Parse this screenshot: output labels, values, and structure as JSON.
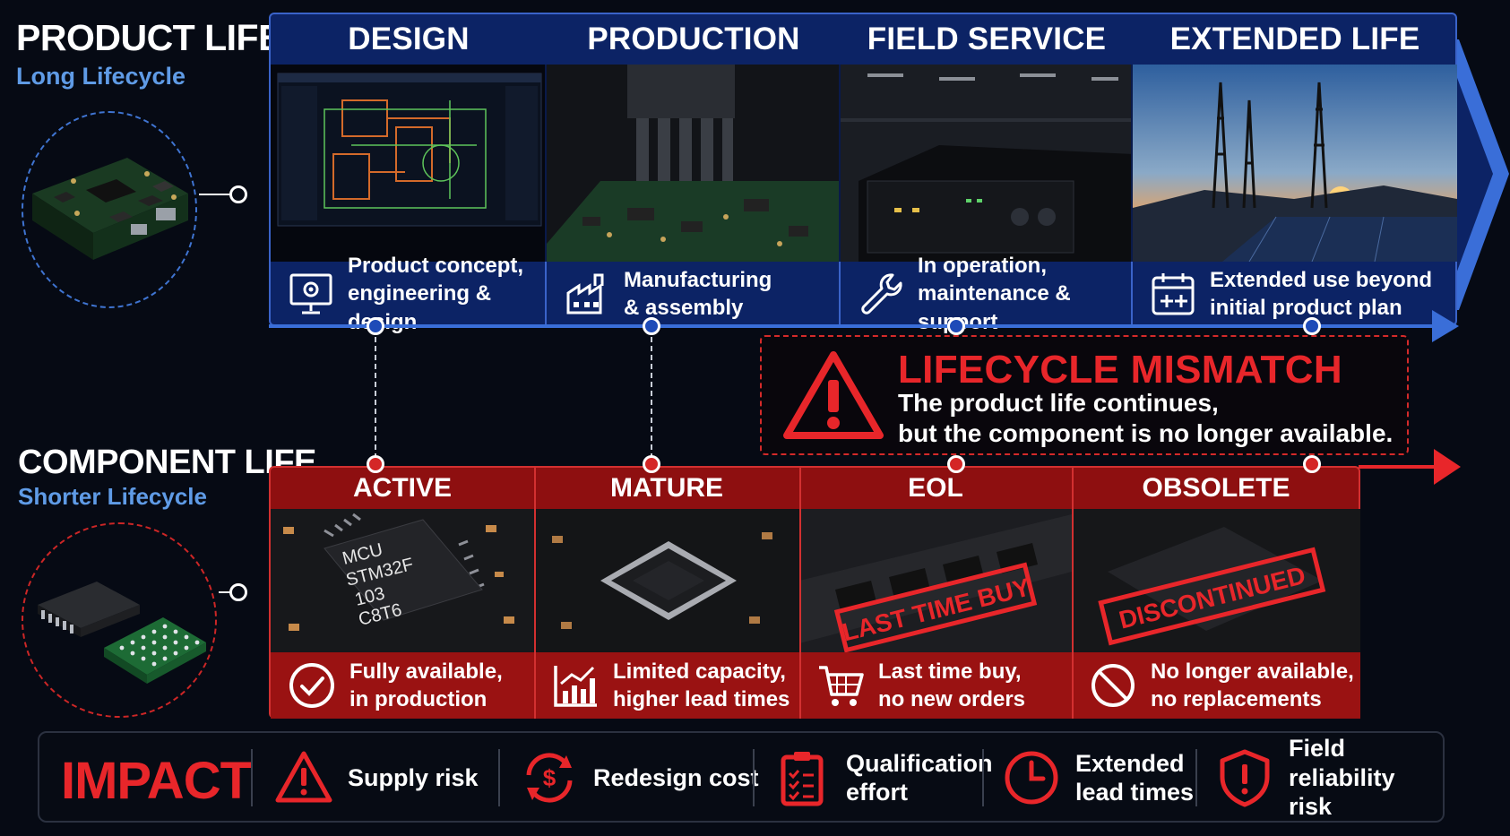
{
  "product": {
    "title": "PRODUCT LIFE",
    "subtitle": "Long Lifecycle",
    "phases": [
      {
        "name": "DESIGN",
        "line1": "Product concept,",
        "line2": "engineering & design",
        "icon": "monitor-gear-icon"
      },
      {
        "name": "PRODUCTION",
        "line1": "Manufacturing",
        "line2": "& assembly",
        "icon": "factory-icon"
      },
      {
        "name": "FIELD SERVICE",
        "line1": "In operation,",
        "line2": "maintenance & support",
        "icon": "wrench-icon"
      },
      {
        "name": "EXTENDED LIFE",
        "line1": "Extended use beyond",
        "line2": "initial product plan",
        "icon": "calendar-plus-icon"
      }
    ]
  },
  "component": {
    "title": "COMPONENT LIFE",
    "subtitle": "Shorter Lifecycle",
    "chip_label": [
      "MCU",
      "STM32F",
      "103",
      "C8T6"
    ],
    "phases": [
      {
        "name": "ACTIVE",
        "line1": "Fully available,",
        "line2": "in production",
        "icon": "check-circle-icon"
      },
      {
        "name": "MATURE",
        "line1": "Limited capacity,",
        "line2": "higher lead times",
        "icon": "trend-chart-icon"
      },
      {
        "name": "EOL",
        "line1": "Last time buy,",
        "line2": "no new orders",
        "icon": "cart-icon",
        "stamp": "LAST TIME BUY"
      },
      {
        "name": "OBSOLETE",
        "line1": "No longer available,",
        "line2": "no replacements",
        "icon": "prohibited-icon",
        "stamp": "DISCONTINUED"
      }
    ]
  },
  "mismatch": {
    "title": "LIFECYCLE MISMATCH",
    "line1": "The product life continues,",
    "line2": "but the component is no longer available."
  },
  "impact": {
    "title": "IMPACT",
    "items": [
      {
        "line1": "Supply risk",
        "line2": "",
        "icon": "warning-triangle-icon"
      },
      {
        "line1": "Redesign cost",
        "line2": "",
        "icon": "dollar-cycle-icon"
      },
      {
        "line1": "Qualification",
        "line2": "effort",
        "icon": "clipboard-checklist-icon"
      },
      {
        "line1": "Extended",
        "line2": "lead times",
        "icon": "clock-icon"
      },
      {
        "line1": "Field reliability",
        "line2": "risk",
        "icon": "shield-alert-icon"
      }
    ]
  },
  "colors": {
    "product_blue": "#0c2365",
    "component_red": "#8e0f10",
    "alert_red": "#e8262a",
    "accent_blue": "#5f9be6"
  }
}
